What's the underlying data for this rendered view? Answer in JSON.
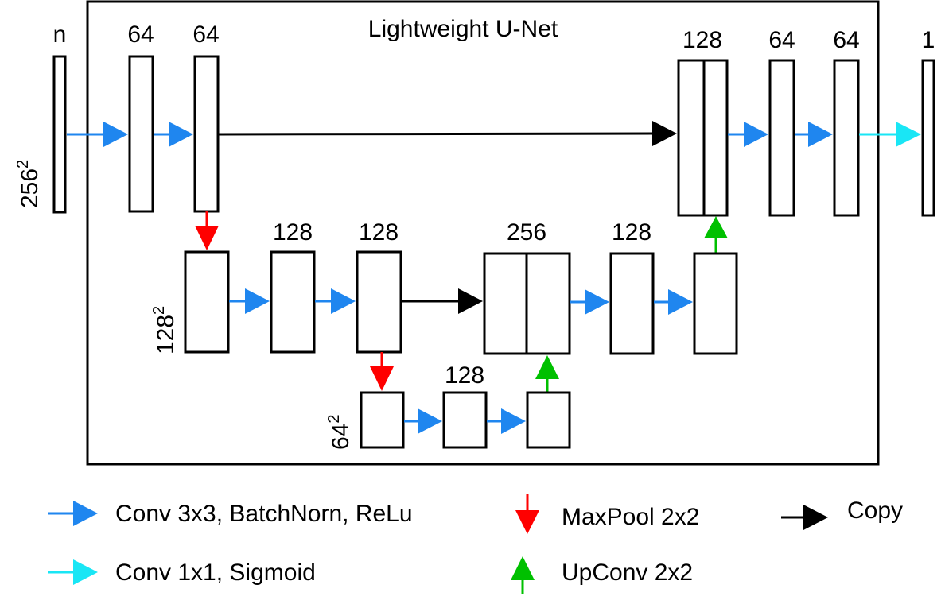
{
  "title": "Lightweight U-Net",
  "channels": {
    "input": "n",
    "enc1a": "64",
    "enc1b": "64",
    "dec1_concat": "128",
    "dec1a": "64",
    "dec1b": "64",
    "output": "1",
    "enc2a": "128",
    "enc2b": "128",
    "dec2_concat": "256",
    "dec2a": "128",
    "bottleneck": "128"
  },
  "resolutions": {
    "level1": {
      "base": "256",
      "exp": "2"
    },
    "level2": {
      "base": "128",
      "exp": "2"
    },
    "level3": {
      "base": "64",
      "exp": "2"
    }
  },
  "legend": {
    "conv3": "Conv 3x3, BatchNorn, ReLu",
    "conv1": "Conv 1x1, Sigmoid",
    "maxpool": "MaxPool 2x2",
    "upconv": "UpConv 2x2",
    "copy": "Copy"
  },
  "colors": {
    "conv3": "#1f86ef",
    "conv1": "#19e6f5",
    "maxpool": "#ff0000",
    "upconv": "#00c000",
    "copy": "#000000"
  }
}
